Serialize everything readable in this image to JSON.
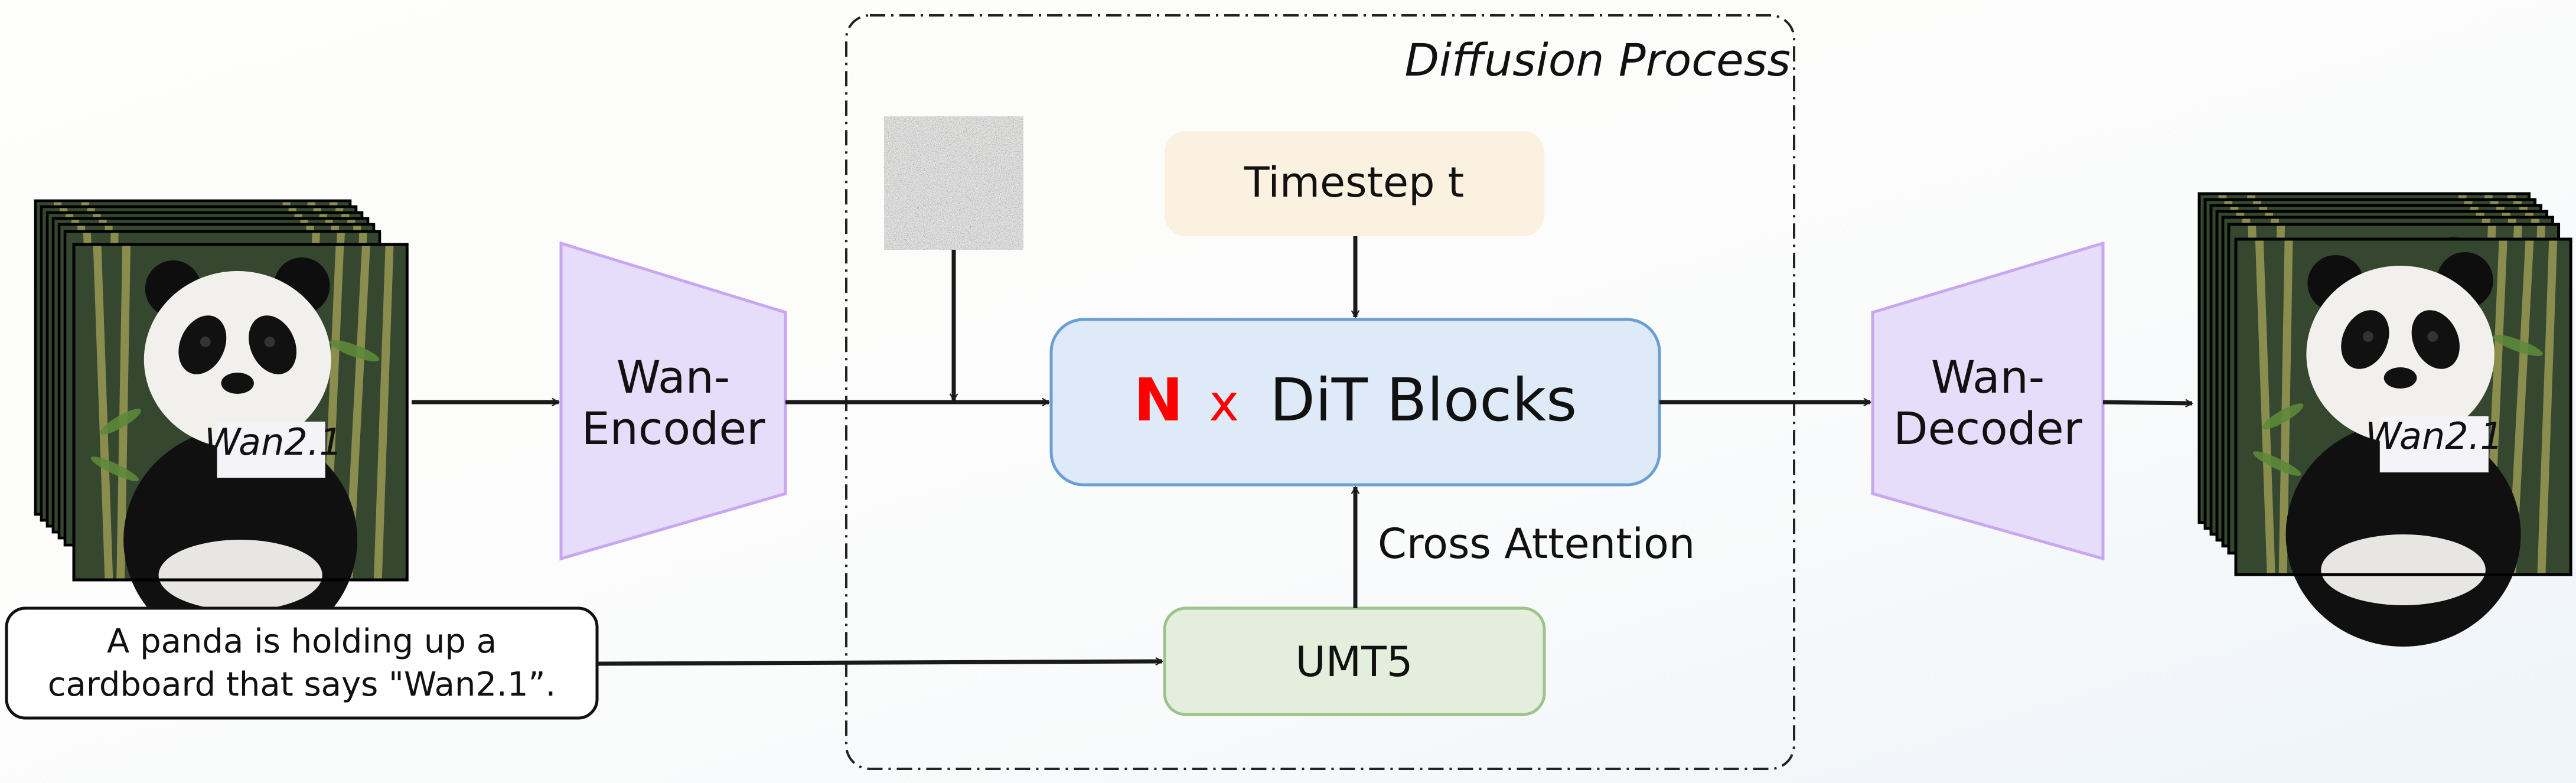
{
  "diagram": {
    "diffusion_label": "Diffusion Process",
    "timestep_label": "Timestep t",
    "dit_n": "N",
    "dit_x": "x",
    "dit_label": "DiT Blocks",
    "cross_attention_label": "Cross Attention",
    "umt5_label": "UMT5",
    "encoder_line1": "Wan-",
    "encoder_line2": "Encoder",
    "decoder_line1": "Wan-",
    "decoder_line2": "Decoder",
    "prompt_line1": "A panda is holding up a",
    "prompt_line2": "cardboard that says \"Wan2.1”.",
    "input_sign_text": "Wan2.1",
    "output_sign_text": "Wan2.1"
  },
  "colors": {
    "timestep_fill": "#faf1e0",
    "dit_fill": "#dfeaf9",
    "dit_stroke": "#6a9fd4",
    "umt5_fill": "#e3efdc",
    "umt5_stroke": "#9cc38a",
    "vae_fill": "#e6ddfb",
    "vae_stroke": "#c9a6f0",
    "accent_red": "#ff0000"
  }
}
